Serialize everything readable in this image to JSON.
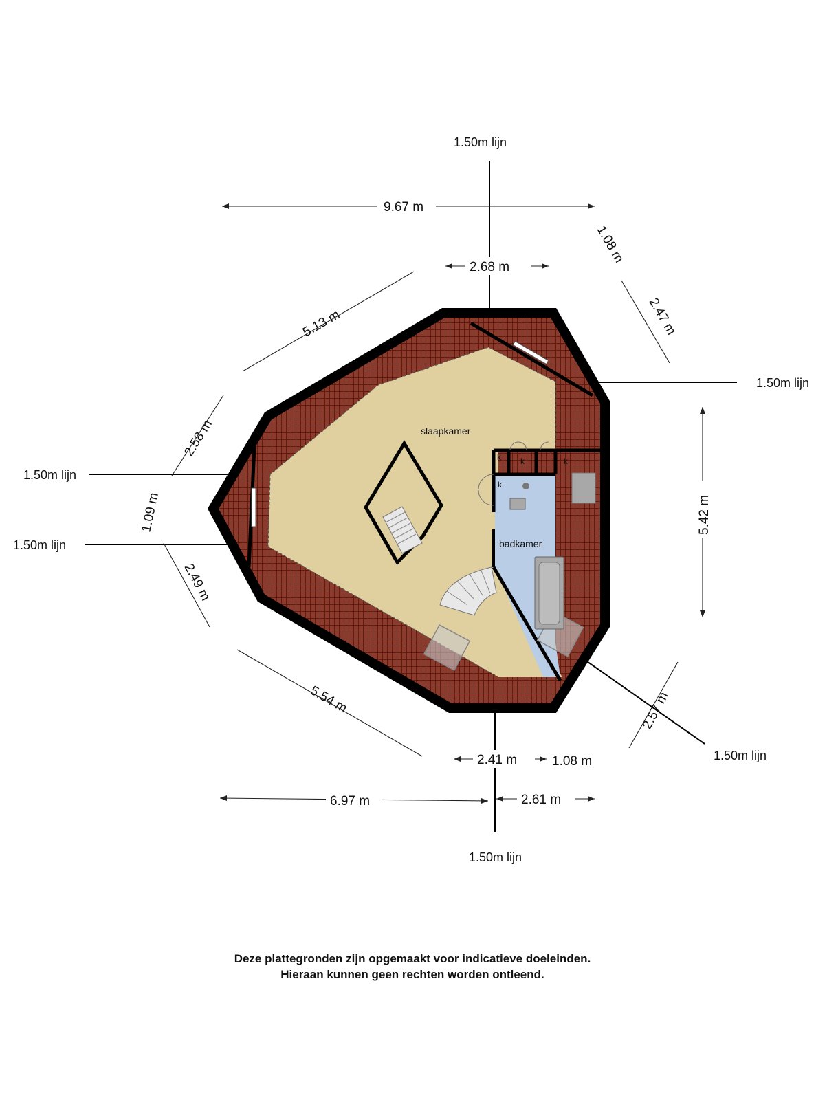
{
  "colors": {
    "roof_tile": "#8b3a2b",
    "roof_tile_line": "#5a1e14",
    "slaapkamer_floor": "#e0cf9f",
    "badkamer_floor": "#b9cde6",
    "wall": "#000000",
    "stairs": "#e8e8e8",
    "fixture": "#a8a8a8"
  },
  "rooms": {
    "slaapkamer": "slaapkamer",
    "badkamer": "badkamer",
    "kast1": "k",
    "kast2": "k",
    "kast3": "k",
    "kast4": "k"
  },
  "lines": {
    "top": "1.50m lijn",
    "right_upper": "1.50m lijn",
    "left_upper": "1.50m lijn",
    "left_lower": "1.50m lijn",
    "right_lower": "1.50m lijn",
    "bottom": "1.50m lijn"
  },
  "dimensions": {
    "top_total": "9.67 m",
    "top_inner": "2.68 m",
    "upper_left_slope": "5.13 m",
    "right_upper_1": "1.08 m",
    "right_upper_2": "2.47 m",
    "left_upper": "2.58 m",
    "left_middle": "1.09 m",
    "left_lower": "2.49 m",
    "right_side": "5.42 m",
    "lower_left_slope": "5.54 m",
    "lower_right_slope": "2.57 m",
    "bottom_inner_left": "2.41 m",
    "bottom_inner_right": "1.08 m",
    "bottom_total_left": "6.97 m",
    "bottom_total_right": "2.61 m"
  },
  "disclaimer": {
    "line1": "Deze plattegronden zijn opgemaakt voor indicatieve doeleinden.",
    "line2": "Hieraan kunnen geen rechten worden ontleend."
  }
}
